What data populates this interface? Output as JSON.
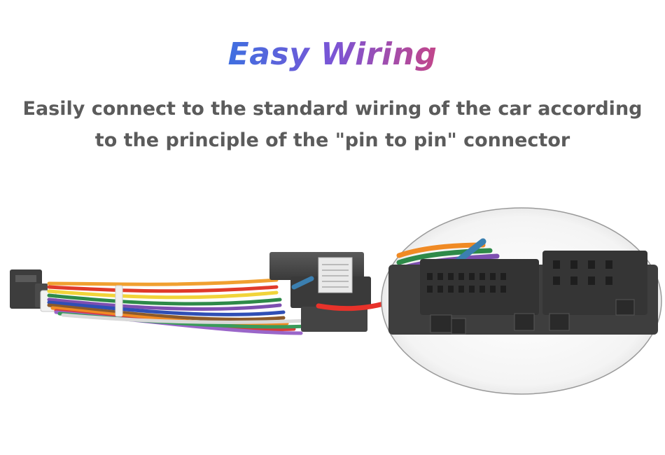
{
  "header": {
    "title": "Easy Wiring",
    "subtitle_line1": "Easily connect to the standard wiring of the car according",
    "subtitle_line2": "to the principle of the \"pin to pin\" connector"
  },
  "colors": {
    "title_gradient_start": "#3f6fe0",
    "title_gradient_end": "#c2468a",
    "subtitle_text": "#5b5b5b",
    "arrow": "#e8322a",
    "connector_body": "#4a4a4a"
  },
  "illustration": {
    "icons": [
      "wiring-harness-icon",
      "connector-closeup-icon",
      "red-arrow-icon"
    ]
  }
}
